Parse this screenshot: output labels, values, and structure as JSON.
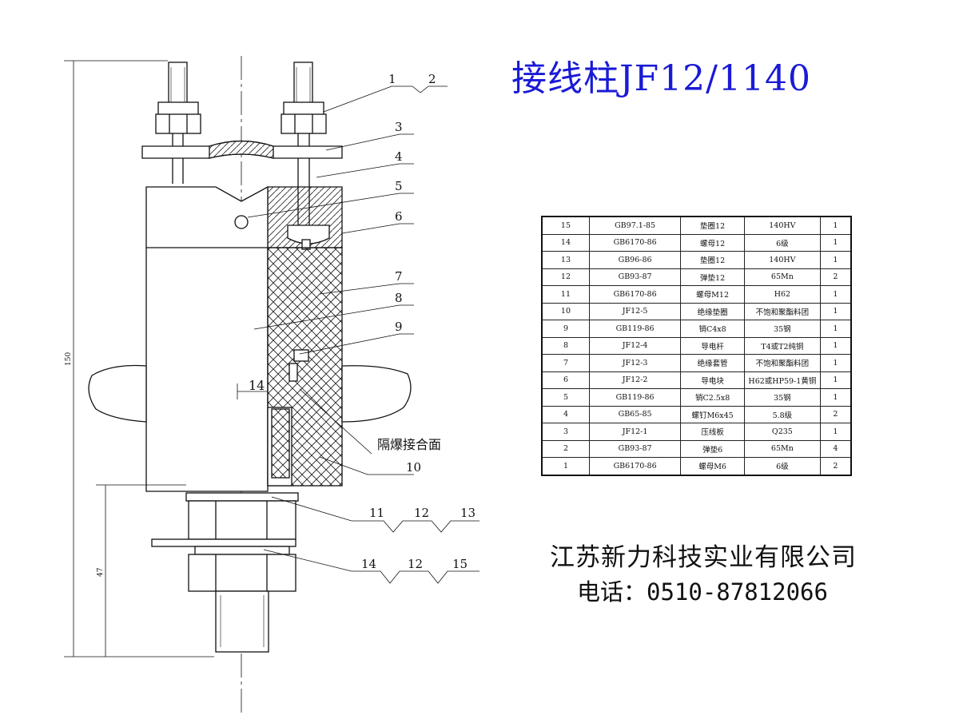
{
  "title": "接线柱JF12/1140",
  "company": {
    "name": "江苏新力科技实业有限公司",
    "phone": "电话：0510-87812066"
  },
  "parts_table": [
    {
      "no": "15",
      "std": "GB97.1-85",
      "name": "垫圈12",
      "material": "140HV",
      "qty": "1"
    },
    {
      "no": "14",
      "std": "GB6170-86",
      "name": "螺母12",
      "material": "6级",
      "qty": "1"
    },
    {
      "no": "13",
      "std": "GB96-86",
      "name": "垫圈12",
      "material": "140HV",
      "qty": "1"
    },
    {
      "no": "12",
      "std": "GB93-87",
      "name": "弹垫12",
      "material": "65Mn",
      "qty": "2"
    },
    {
      "no": "11",
      "std": "GB6170-86",
      "name": "螺母M12",
      "material": "H62",
      "qty": "1"
    },
    {
      "no": "10",
      "std": "JF12-5",
      "name": "绝缘垫圈",
      "material": "不饱和聚酯料团",
      "qty": "1"
    },
    {
      "no": "9",
      "std": "GB119-86",
      "name": "销C4x8",
      "material": "35钢",
      "qty": "1"
    },
    {
      "no": "8",
      "std": "JF12-4",
      "name": "导电杆",
      "material": "T4或T2纯铜",
      "qty": "1"
    },
    {
      "no": "7",
      "std": "JF12-3",
      "name": "绝缘套管",
      "material": "不饱和聚酯料团",
      "qty": "1"
    },
    {
      "no": "6",
      "std": "JF12-2",
      "name": "导电块",
      "material": "H62或HP59-1黄铜",
      "qty": "1"
    },
    {
      "no": "5",
      "std": "GB119-86",
      "name": "销C2.5x8",
      "material": "35钢",
      "qty": "1"
    },
    {
      "no": "4",
      "std": "GB65-85",
      "name": "螺钉M6x45",
      "material": "5.8级",
      "qty": "2"
    },
    {
      "no": "3",
      "std": "JF12-1",
      "name": "压线板",
      "material": "Q235",
      "qty": "1"
    },
    {
      "no": "2",
      "std": "GB93-87",
      "name": "弹垫6",
      "material": "65Mn",
      "qty": "4"
    },
    {
      "no": "1",
      "std": "GB6170-86",
      "name": "螺母M6",
      "material": "6级",
      "qty": "2"
    }
  ],
  "drawing": {
    "callouts": [
      "1",
      "2",
      "3",
      "4",
      "5",
      "6",
      "7",
      "8",
      "9",
      "10",
      "11",
      "12",
      "13",
      "14",
      "12",
      "15"
    ],
    "dimension_14": "14",
    "dimension_total": "150",
    "dimension_lower": "47",
    "flameproof_label": "隔爆接合面"
  },
  "colors": {
    "title": "#1a1ad6",
    "line": "#111111"
  }
}
